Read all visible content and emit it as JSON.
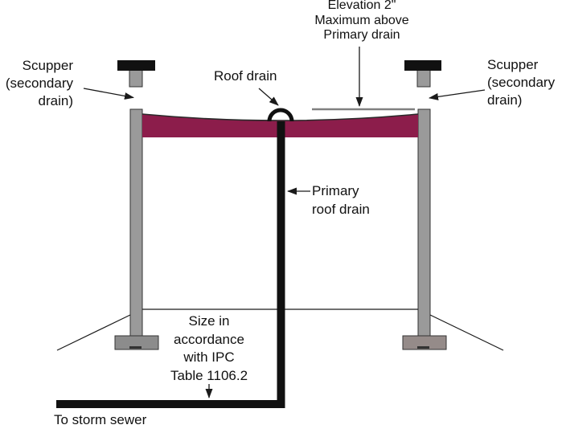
{
  "figure": {
    "description": "Section diagram of roof drainage with primary roof drain and secondary scuppers"
  },
  "labels": {
    "scupper_left": {
      "lines": [
        "Scupper",
        "(secondary",
        "drain)"
      ]
    },
    "scupper_right": {
      "lines": [
        "Scupper",
        "(secondary",
        "drain)"
      ]
    },
    "elevation": {
      "lines": [
        "Elevation 2\"",
        "Maximum above",
        "Primary drain"
      ]
    },
    "roof_drain": "Roof drain",
    "primary_roof_drain": {
      "lines": [
        "Primary",
        "roof drain"
      ]
    },
    "size_note": {
      "lines": [
        "Size in",
        "accordance",
        "with IPC",
        "Table 1106.2"
      ]
    },
    "to_storm_sewer": "To storm sewer"
  },
  "colors": {
    "background": "#FFFFFF",
    "roof_slab": "#8C1D4B",
    "roof_outline": "#2A2A2A",
    "wall": "#9A9A9A",
    "wall_outline": "#333333",
    "footing_left": "#8C8C8C",
    "footing_right": "#958B89",
    "cap": "#111111",
    "pipe": "#111111",
    "elevation_line": "#808080",
    "line": "#1A1A1A",
    "text": "#111111"
  }
}
